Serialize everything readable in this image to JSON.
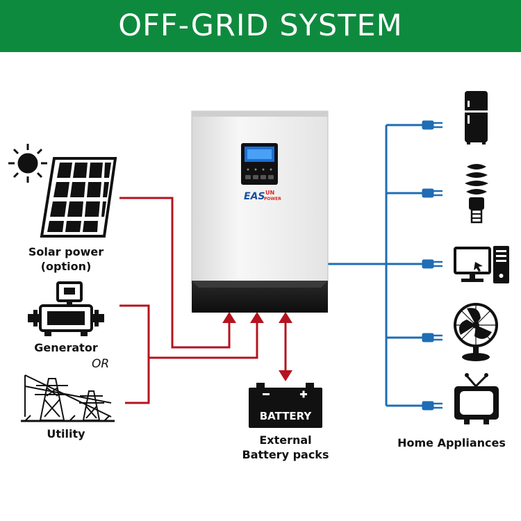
{
  "header": {
    "title": "OFF-GRID SYSTEM",
    "color": "#0e8a3e"
  },
  "sources": {
    "solar_label_line1": "Solar power",
    "solar_label_line2": "(option)",
    "generator_label": "Generator",
    "or_label": "OR",
    "utility_label": "Utility"
  },
  "inverter": {
    "brand_prefix": "EAS",
    "brand_suffix_top": "UN",
    "brand_suffix_bottom": "POWER"
  },
  "battery": {
    "box_label": "BATTERY",
    "caption_line1": "External",
    "caption_line2": "Battery packs"
  },
  "appliances": {
    "caption": "Home Appliances",
    "icons": [
      "refrigerator-icon",
      "cfl-bulb-icon",
      "computer-icon",
      "fan-icon",
      "tv-icon"
    ]
  },
  "colors": {
    "ac_input_line": "#b5131f",
    "output_line": "#1e6db5",
    "battery_arrow": "#b5131f"
  }
}
